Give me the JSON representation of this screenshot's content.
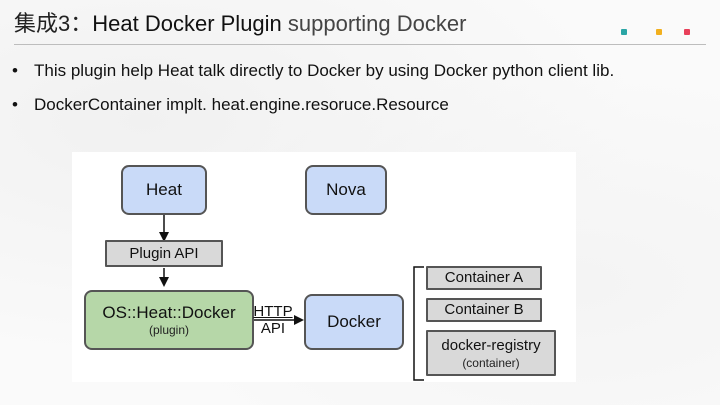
{
  "slide": {
    "title_prefix": "集成3：",
    "title_bold": "Heat Docker Plugin",
    "title_rest": " supporting Docker",
    "bullet_symbol": "•",
    "bullets": [
      "This plugin help Heat talk directly to Docker by using Docker python client lib.",
      "DockerContainer implt. heat.engine.resoruce.Resource"
    ],
    "corner_dot_colors": [
      "#2aa5a5",
      "#f2b01e",
      "#e8405a"
    ]
  },
  "diagram": {
    "nodes": {
      "heat": "Heat",
      "nova": "Nova",
      "plugin_api": "Plugin API",
      "os_heat_docker": "OS::Heat::Docker",
      "os_heat_docker_sub": "(plugin)",
      "docker": "Docker",
      "container_a": "Container A",
      "container_b": "Container B",
      "docker_registry": "docker-registry",
      "docker_registry_sub": "(container)"
    },
    "edge_label": {
      "http": "HTTP",
      "api": "API"
    },
    "colors": {
      "blue": "#c9daf8",
      "green": "#b6d7a8",
      "gray": "#d9d9d9",
      "stroke": "#555555"
    }
  }
}
